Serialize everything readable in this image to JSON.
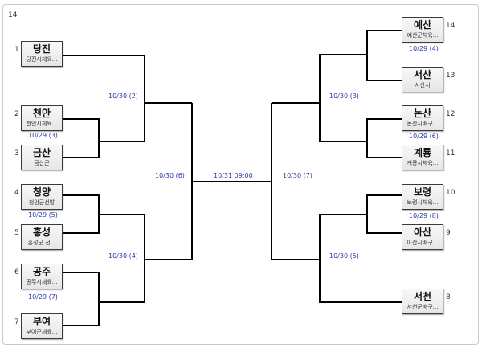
{
  "corner_label": "14",
  "teams": [
    {
      "seed": "1",
      "name": "당진",
      "sub": "당진시체육..."
    },
    {
      "seed": "2",
      "name": "천안",
      "sub": "천안시체육..."
    },
    {
      "seed": "3",
      "name": "금산",
      "sub": "금산군"
    },
    {
      "seed": "4",
      "name": "청양",
      "sub": "청양군선발"
    },
    {
      "seed": "5",
      "name": "홍성",
      "sub": "홍성군 선..."
    },
    {
      "seed": "6",
      "name": "공주",
      "sub": "공주시체육..."
    },
    {
      "seed": "7",
      "name": "부여",
      "sub": "부여군체육..."
    },
    {
      "seed": "14",
      "name": "예산",
      "sub": "예산군체육..."
    },
    {
      "seed": "13",
      "name": "서산",
      "sub": "서산시"
    },
    {
      "seed": "12",
      "name": "논산",
      "sub": "논산시배구..."
    },
    {
      "seed": "11",
      "name": "계룡",
      "sub": "계룡시체육..."
    },
    {
      "seed": "10",
      "name": "보령",
      "sub": "보령시체육..."
    },
    {
      "seed": "9",
      "name": "아산",
      "sub": "아산시배구..."
    },
    {
      "seed": "8",
      "name": "서천",
      "sub": "서천군배구..."
    }
  ],
  "dates": {
    "l_r1_23": "10/29 (3)",
    "l_r1_45": "10/29 (5)",
    "l_r1_67": "10/29 (7)",
    "l_r2_top": "10/30 (2)",
    "l_r2_bot": "10/30 (4)",
    "l_semi": "10/30 (6)",
    "final": "10/31 09:00",
    "r_r1_1413": "10/29 (4)",
    "r_r1_1211": "10/29 (6)",
    "r_r1_109": "10/29 (8)",
    "r_r2_top": "10/30 (3)",
    "r_r2_bot": "10/30 (5)",
    "r_semi": "10/30 (7)"
  }
}
